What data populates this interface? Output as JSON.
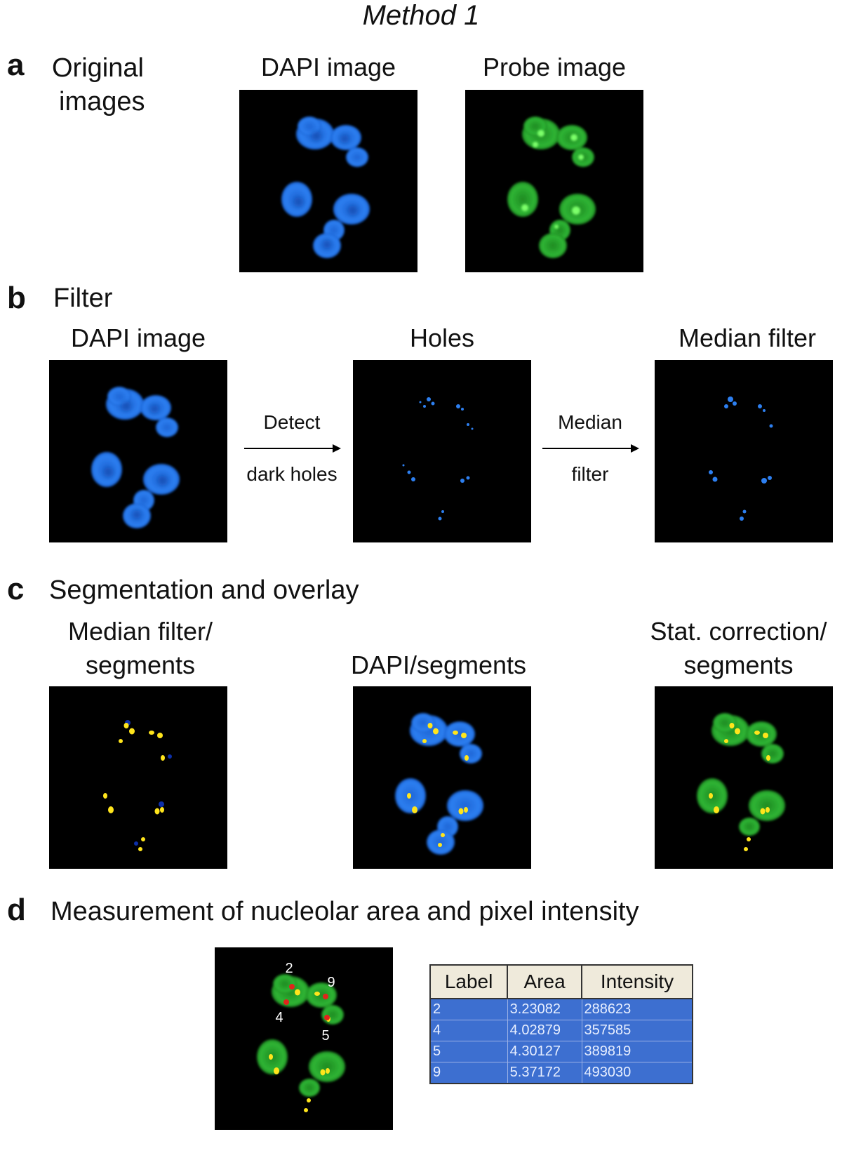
{
  "title": "Method 1",
  "panel_a": {
    "letter": "a",
    "section_title_line1": "Original",
    "section_title_line2": "images",
    "col1_title": "DAPI image",
    "col2_title": "Probe image"
  },
  "panel_b": {
    "letter": "b",
    "section_title": "Filter",
    "col1_title": "DAPI image",
    "col2_title": "Holes",
    "col3_title": "Median filter",
    "arrow1_top": "Detect",
    "arrow1_bottom": "dark holes",
    "arrow2_top": "Median",
    "arrow2_bottom": "filter"
  },
  "panel_c": {
    "letter": "c",
    "section_title": "Segmentation and overlay",
    "col1_title_line1": "Median filter/",
    "col1_title_line2": "segments",
    "col2_title": "DAPI/segments",
    "col3_title_line1": "Stat. correction/",
    "col3_title_line2": "segments"
  },
  "panel_d": {
    "letter": "d",
    "section_title": "Measurement of nucleolar area and pixel intensity",
    "image_labels": [
      "2",
      "9",
      "4",
      "5"
    ],
    "table": {
      "headers": [
        "Label",
        "Area",
        "Intensity"
      ],
      "rows": [
        [
          "2",
          "3.23082",
          "288623"
        ],
        [
          "4",
          "4.02879",
          "357585"
        ],
        [
          "5",
          "4.30127",
          "389819"
        ],
        [
          "9",
          "5.37172",
          "493030"
        ]
      ]
    }
  },
  "colors": {
    "dapi_blue": "#1c6fe8",
    "probe_green": "#25a82a",
    "segment_yellow": "#ffe51c",
    "marker_red": "#e0251b",
    "table_blue": "#3d6fd0"
  }
}
